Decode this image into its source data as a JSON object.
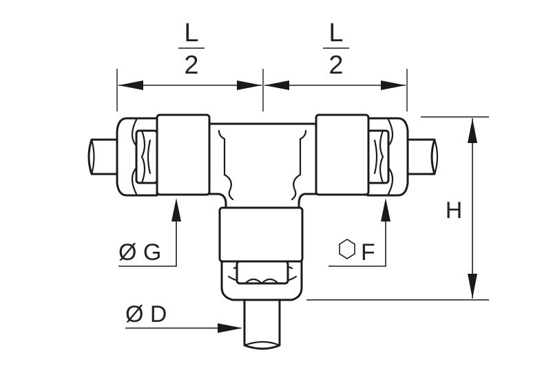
{
  "labels": {
    "l_left": {
      "num": "L",
      "den": "2"
    },
    "l_right": {
      "num": "L",
      "den": "2"
    },
    "h": "H",
    "g": "Ø G",
    "f": "F",
    "d": "Ø D"
  },
  "icons": {
    "hexagon": "hexagon-icon"
  },
  "colors": {
    "line": "#1a1a1a",
    "text": "#222222",
    "background": "#ffffff"
  }
}
